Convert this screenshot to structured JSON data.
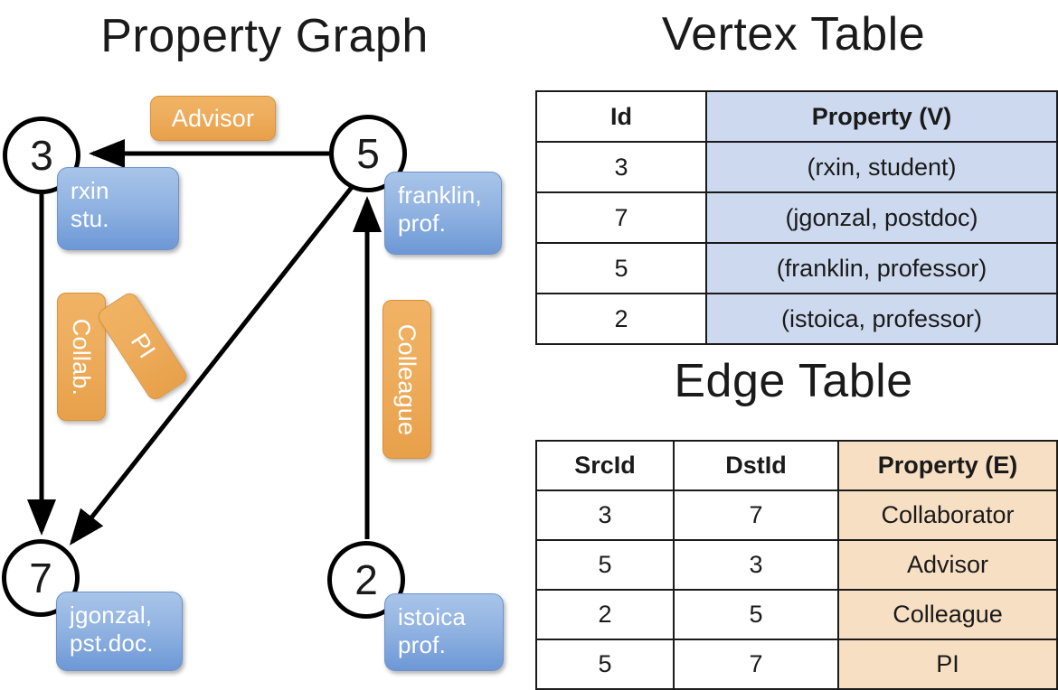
{
  "titles": {
    "property_graph": "Property Graph",
    "vertex_table": "Vertex Table",
    "edge_table": "Edge Table"
  },
  "graph": {
    "nodes": [
      {
        "id": "3",
        "property": "rxin\nstu."
      },
      {
        "id": "5",
        "property": "franklin,\nprof."
      },
      {
        "id": "7",
        "property": "jgonzal,\npst.doc."
      },
      {
        "id": "2",
        "property": "istoica\nprof."
      }
    ],
    "node_labels": {
      "n3": "3",
      "n5": "5",
      "n7": "7",
      "n2": "2"
    },
    "properties": {
      "rxin_line1": "rxin",
      "rxin_line2": "stu.",
      "franklin_line1": "franklin,",
      "franklin_line2": "prof.",
      "jgonzal_line1": "jgonzal,",
      "jgonzal_line2": "pst.doc.",
      "istoica_line1": "istoica",
      "istoica_line2": "prof."
    },
    "edge_labels": {
      "advisor": "Advisor",
      "collab": "Collab.",
      "pi": "PI",
      "colleague": "Colleague"
    },
    "edges": [
      {
        "src": "5",
        "dst": "3",
        "label": "Advisor"
      },
      {
        "src": "3",
        "dst": "7",
        "label": "Collab."
      },
      {
        "src": "5",
        "dst": "7",
        "label": "PI"
      },
      {
        "src": "2",
        "dst": "5",
        "label": "Colleague"
      }
    ]
  },
  "vertex_table": {
    "headers": [
      "Id",
      "Property (V)"
    ],
    "rows": [
      {
        "id": "3",
        "property": "(rxin, student)"
      },
      {
        "id": "7",
        "property": "(jgonzal, postdoc)"
      },
      {
        "id": "5",
        "property": "(franklin, professor)"
      },
      {
        "id": "2",
        "property": "(istoica, professor)"
      }
    ]
  },
  "edge_table": {
    "headers": [
      "SrcId",
      "DstId",
      "Property (E)"
    ],
    "rows": [
      {
        "src": "3",
        "dst": "7",
        "property": "Collaborator"
      },
      {
        "src": "5",
        "dst": "3",
        "property": "Advisor"
      },
      {
        "src": "2",
        "dst": "5",
        "property": "Colleague"
      },
      {
        "src": "5",
        "dst": "7",
        "property": "PI"
      }
    ]
  },
  "colors": {
    "vertex_property_fill": "#ccd9ee",
    "edge_property_fill": "#f7dfc4",
    "node_callout": "#92b4e2",
    "edge_callout": "#eeae5e",
    "stroke": "#000000",
    "background": "#ffffff"
  }
}
